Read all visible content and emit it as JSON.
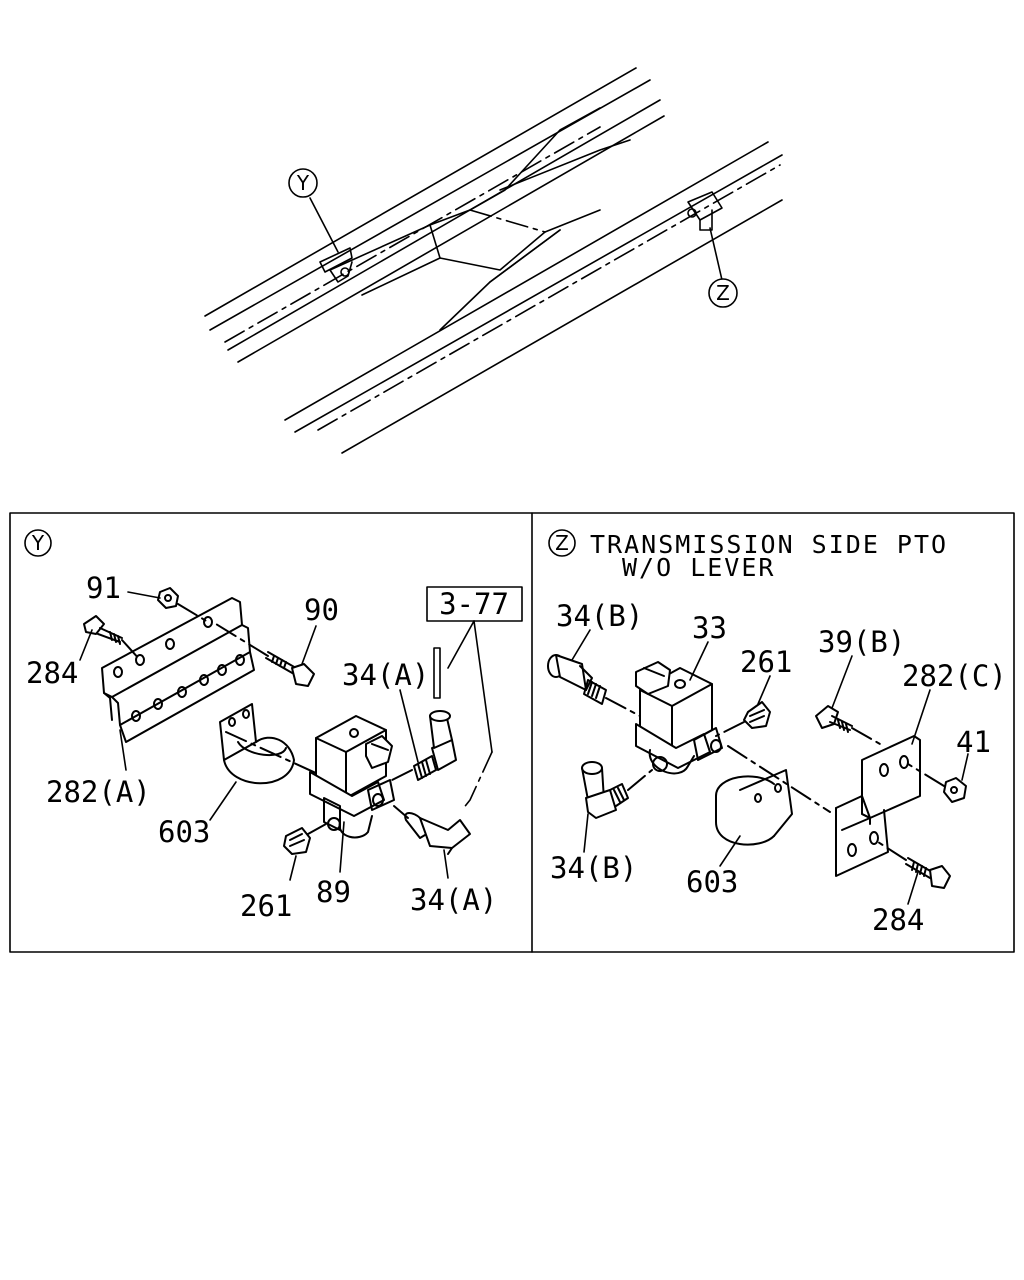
{
  "callouts": {
    "y": "Y",
    "z": "Z"
  },
  "panel_y": {
    "marker": "Y",
    "ref_box": "3-77",
    "labels": {
      "p91": "91",
      "p90": "90",
      "p284": "284",
      "p34a_top": "34(A)",
      "p282a": "282(A)",
      "p603": "603",
      "p261": "261",
      "p89": "89",
      "p34a_bottom": "34(A)"
    }
  },
  "panel_z": {
    "marker": "Z",
    "title_line1": "TRANSMISSION SIDE PTO",
    "title_line2": "W/O LEVER",
    "labels": {
      "p34b_top": "34(B)",
      "p33": "33",
      "p261": "261",
      "p39b": "39(B)",
      "p282c": "282(C)",
      "p41": "41",
      "p34b_bottom": "34(B)",
      "p603": "603",
      "p284": "284"
    }
  }
}
